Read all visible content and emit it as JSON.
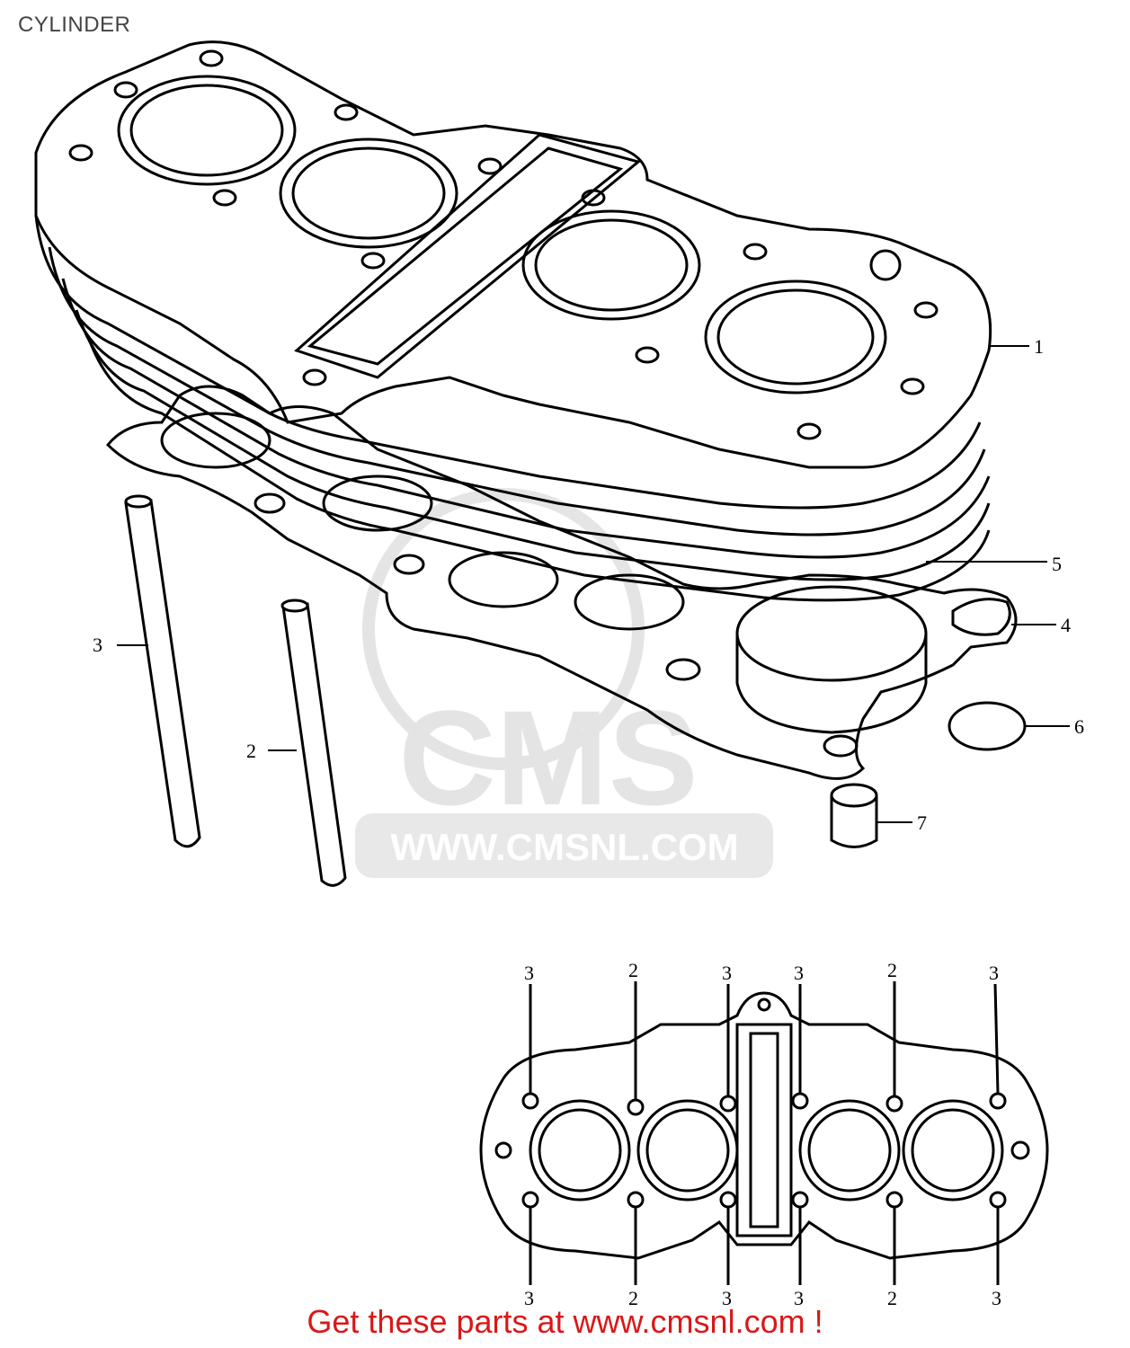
{
  "page": {
    "title": "CYLINDER"
  },
  "watermark": {
    "brand": "CMS",
    "url": "WWW.CMSNL.COM"
  },
  "callouts": {
    "part1": "1",
    "part2": "2",
    "part3": "3",
    "part4": "4",
    "part5": "5",
    "part6": "6",
    "part7": "7"
  },
  "inset_labels": {
    "top": [
      "3",
      "2",
      "3",
      "3",
      "2",
      "3"
    ],
    "bottom": [
      "3",
      "2",
      "3",
      "3",
      "2",
      "3"
    ]
  },
  "footer": {
    "promo": "Get these parts at www.cmsnl.com !"
  }
}
